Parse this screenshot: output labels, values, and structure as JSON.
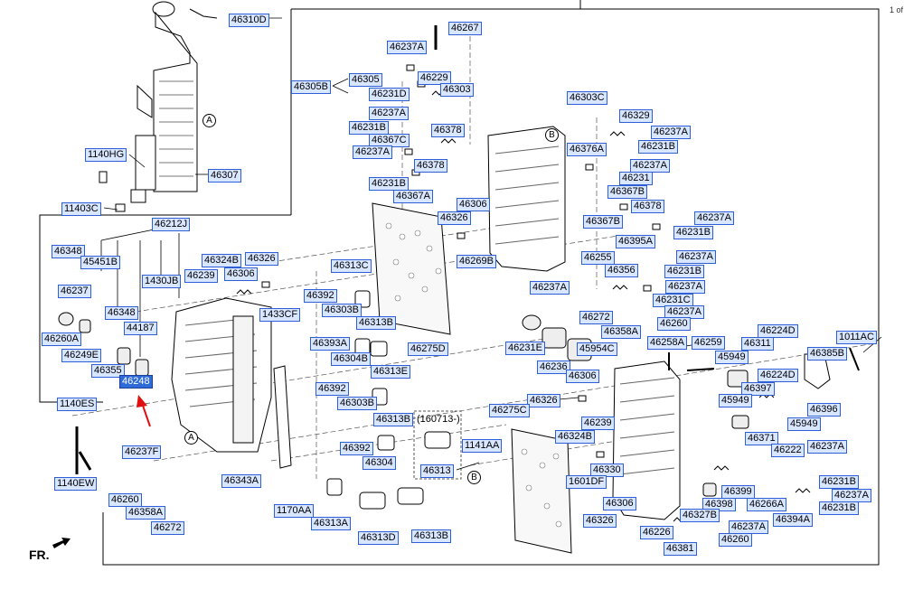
{
  "page_indicator": "1 of",
  "direction_label": "FR.",
  "ref_marks": {
    "a": "A",
    "b": "B"
  },
  "note_date": "(160713-)",
  "selected_part": "46248",
  "colors": {
    "label_fill": "#d9e6ff",
    "label_border": "#2e5fd6",
    "selected_fill": "#2f6bd8",
    "arrow": "#e01010"
  },
  "labels": {
    "l46310D": "46310D",
    "l46307": "46307",
    "l1140HG": "1140HG",
    "l11403C": "11403C",
    "l46267": "46267",
    "l46237A_1": "46237A",
    "l46229": "46229",
    "l46305": "46305",
    "l46305B": "46305B",
    "l46303": "46303",
    "l46231D": "46231D",
    "l46237A_2": "46237A",
    "l46231B_1": "46231B",
    "l46378_1": "46378",
    "l46367C": "46367C",
    "l46237A_3": "46237A",
    "l46378_2": "46378",
    "l46231B_2": "46231B",
    "l46367A": "46367A",
    "l46303C": "46303C",
    "l46329": "46329",
    "l46237A_4": "46237A",
    "l46231B_3": "46231B",
    "l46376A": "46376A",
    "l46237A_5": "46237A",
    "l46231": "46231",
    "l46367B_1": "46367B",
    "l46378_3": "46378",
    "l46367B_2": "46367B",
    "l46237A_6": "46237A",
    "l46231B_4": "46231B",
    "l46395A": "46395A",
    "l46255": "46255",
    "l46237A_7": "46237A",
    "l46356": "46356",
    "l46231B_5": "46231B",
    "l46237A_8": "46237A",
    "l46231C": "46231C",
    "l46272_1": "46272",
    "l46237A_9": "46237A",
    "l46358A_1": "46358A",
    "l46260_1": "46260",
    "l46212J": "46212J",
    "l46348_1": "46348",
    "l45451B": "45451B",
    "l46324B_1": "46324B",
    "l46326_1": "46326",
    "l46239_1": "46239",
    "l46306_1": "46306",
    "l1430JB": "1430JB",
    "l46237": "46237",
    "l46348_2": "46348",
    "l1433CF": "1433CF",
    "l44187": "44187",
    "l46260A": "46260A",
    "l46249E": "46249E",
    "l46355": "46355",
    "l46248": "46248",
    "l1140ES": "1140ES",
    "l1140EW": "1140EW",
    "l46237F": "46237F",
    "l46260_2": "46260",
    "l46358A_2": "46358A",
    "l46272_2": "46272",
    "l46313C": "46313C",
    "l46392_1": "46392",
    "l46303B_1": "46303B",
    "l46313B_1": "46313B",
    "l46393A": "46393A",
    "l46304B": "46304B",
    "l46313E": "46313E",
    "l46392_2": "46392",
    "l46303B_2": "46303B",
    "l46313B_2": "46313B",
    "l46392_3": "46392",
    "l46304": "46304",
    "l46343A": "46343A",
    "l1170AA": "1170AA",
    "l46313A": "46313A",
    "l46313D": "46313D",
    "l46313B_3": "46313B",
    "l46313": "46313",
    "l1141AA": "1141AA",
    "l46306_2": "46306",
    "l46326_2": "46326",
    "l46269B": "46269B",
    "l46275D": "46275D",
    "l46237A_10": "46237A",
    "l46231E": "46231E",
    "l45954C": "45954C",
    "l46236": "46236",
    "l46306_3": "46306",
    "l46326_3": "46326",
    "l46275C": "46275C",
    "l46239_2": "46239",
    "l46324B_2": "46324B",
    "l46330": "46330",
    "l1601DF": "1601DF",
    "l46306_4": "46306",
    "l46326_4": "46326",
    "l46258A": "46258A",
    "l46259": "46259",
    "l46224D_1": "46224D",
    "l46311": "46311",
    "l1011AC": "1011AC",
    "l46385B": "46385B",
    "l45949_1": "45949",
    "l46224D_2": "46224D",
    "l46397": "46397",
    "l45949_2": "45949",
    "l46396": "46396",
    "l45949_3": "45949",
    "l46371": "46371",
    "l46222": "46222",
    "l46237A_11": "46237A",
    "l46399": "46399",
    "l46398": "46398",
    "l46266A": "46266A",
    "l46231B_6": "46231B",
    "l46237A_12": "46237A",
    "l46394A": "46394A",
    "l46231B_7": "46231B",
    "l46327B": "46327B",
    "l46237A_13": "46237A",
    "l46226": "46226",
    "l46260_3": "46260",
    "l46381": "46381"
  }
}
